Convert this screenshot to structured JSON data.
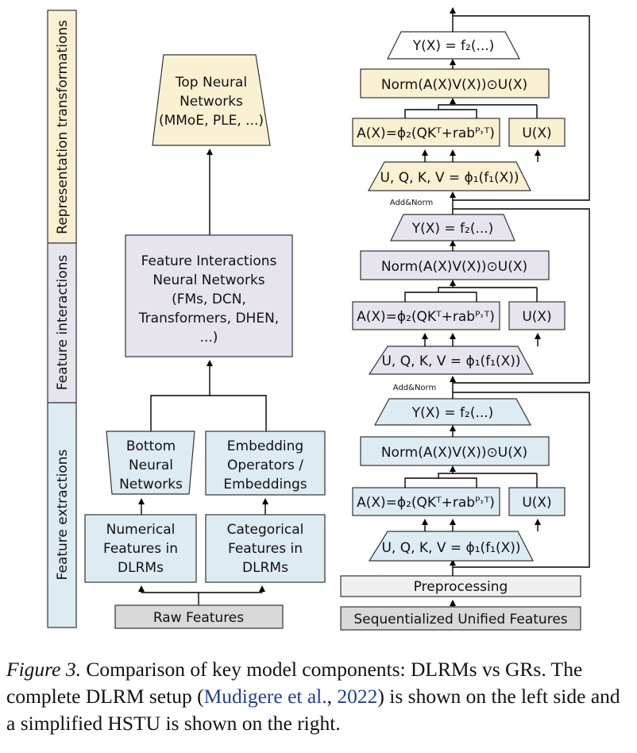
{
  "colors": {
    "extraction": "#ddebf2",
    "interaction": "#e7e4ee",
    "representation": "#faf1d2",
    "gray": "#d9d9d9",
    "light_gray": "#f0f0f0",
    "cite_blue": "#1f3f9a"
  },
  "side": {
    "representation": "Representation transformations",
    "interaction": "Feature interactions",
    "extraction": "Feature extractions"
  },
  "dlrm": {
    "top": [
      "Top Neural",
      "Networks",
      "(MMoE, PLE, ...)"
    ],
    "interaction": [
      "Feature Interactions",
      "Neural Networks",
      "(FMs, DCN,",
      "Transformers, DHEN,",
      "...)"
    ],
    "bottom": [
      "Bottom",
      "Neural",
      "Networks"
    ],
    "embedding": [
      "Embedding",
      "Operators /",
      "Embeddings"
    ],
    "numerical": [
      "Numerical",
      "Features in",
      "DLRMs"
    ],
    "categorical": [
      "Categorical",
      "Features in",
      "DLRMs"
    ],
    "raw": "Raw Features"
  },
  "hstu": {
    "y": "Y(X) = f₂(...)",
    "norm": "Norm(A(X)V(X))⊙U(X)",
    "attn": "A(X)=ϕ₂(QKᵀ+rabᴾ˒ᵀ)",
    "u": "U(X)",
    "uqkv": "U, Q, K, V = ϕ₁(f₁(X))",
    "add_norm": "Add&Norm",
    "preprocessing": "Preprocessing",
    "sequentialized": "Sequentialized Unified Features"
  },
  "caption": {
    "fig": "Figure 3.",
    "text1": " Comparison of key model components: DLRMs vs GRs. The complete DLRM setup (",
    "cite_author": "Mudigere et al.",
    "comma": ", ",
    "cite_year": "2022",
    "text2": ") is shown on the left side and a simplified HSTU is shown on the right."
  }
}
